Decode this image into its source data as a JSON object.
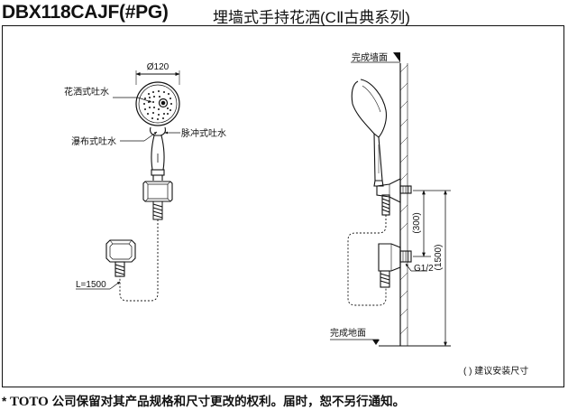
{
  "title": {
    "model": "DBX118CAJF(#PG)",
    "description": "埋墙式手持花洒(CⅡ古典系列)"
  },
  "labels": {
    "diameter": "Ø120",
    "spray_mode_1": "花洒式吐水",
    "spray_mode_2": "瀑布式吐水",
    "spray_mode_3": "脉冲式吐水",
    "hose_length": "L=1500",
    "finished_wall": "完成墙面",
    "finished_floor": "完成地面",
    "dim_holder_to_outlet": "(300)",
    "dim_height_from_floor": "(1500)",
    "thread_size": "G1/2",
    "note": "( ) 建议安装尺寸"
  },
  "footer": {
    "marker": "*",
    "brand": "TOTO",
    "text": "公司保留对其产品规格和尺寸更改的权利。届时，恕不另行通知。"
  }
}
